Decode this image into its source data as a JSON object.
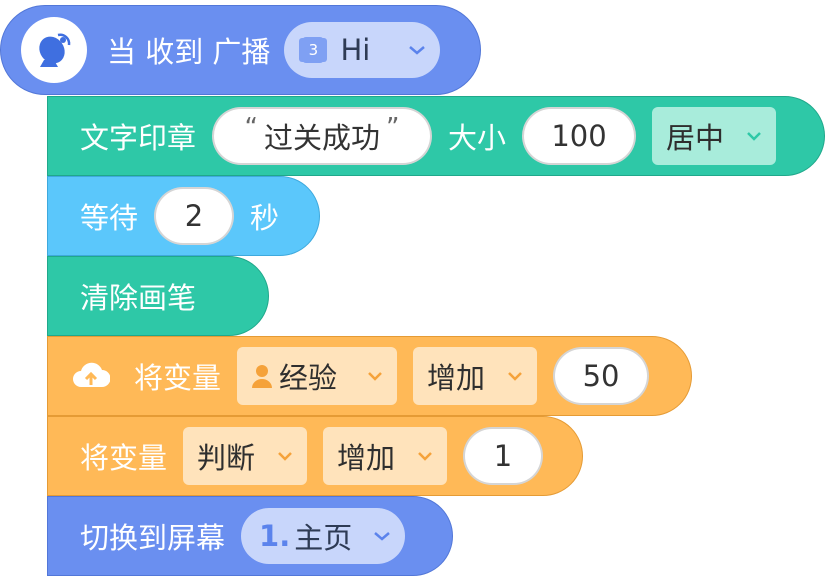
{
  "hat_block": {
    "label": "当 收到 广播",
    "dropdown_badge": "3",
    "dropdown_value": "Hi"
  },
  "stamp_block": {
    "label": "文字印章",
    "text_value": "过关成功",
    "size_label": "大小",
    "size_value": "100",
    "align_value": "居中"
  },
  "wait_block": {
    "label": "等待",
    "value": "2",
    "unit": "秒"
  },
  "clear_block": {
    "label": "清除画笔"
  },
  "var_block_1": {
    "label": "将变量",
    "variable": "经验",
    "operation": "增加",
    "value": "50"
  },
  "var_block_2": {
    "label": "将变量",
    "variable": "判断",
    "operation": "增加",
    "value": "1"
  },
  "screen_block": {
    "label": "切换到屏幕",
    "screen_number": "1.",
    "screen_name": "主页"
  },
  "colors": {
    "event_blue": "#6a8ff0",
    "pen_green": "#2ec8a7",
    "control_lightblue": "#5bc7fb",
    "variable_orange": "#ffb957"
  },
  "icons": [
    "satellite-dish-icon",
    "chevron-down-icon",
    "cloud-upload-icon",
    "user-icon"
  ]
}
